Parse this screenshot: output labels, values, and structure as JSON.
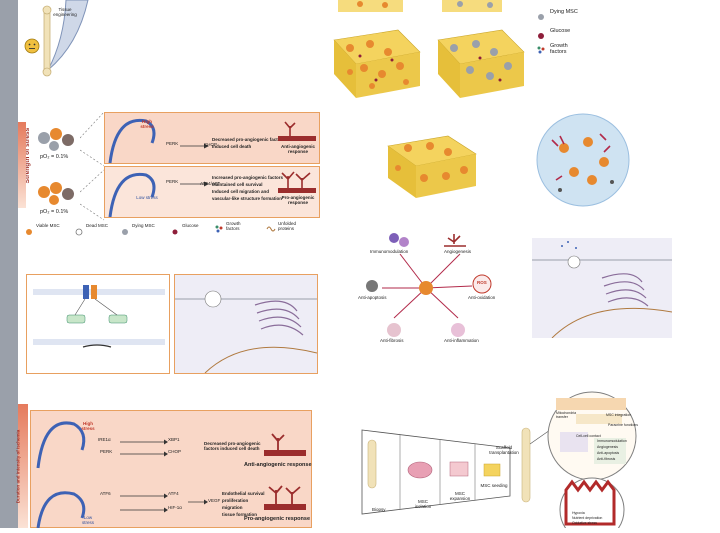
{
  "top_left": {
    "label": "Tissue engineering"
  },
  "top_right_legend": [
    {
      "label": "Dying MSC",
      "icon": "dying-msc-icon"
    },
    {
      "label": "Glucose",
      "icon": "glucose-icon"
    },
    {
      "label": "Growth factors",
      "icon": "growth-factor-icon"
    }
  ],
  "stress_panel": {
    "side_label": "Strength of stress",
    "po2_top": "pO₂ = 0.1%",
    "po2_bottom": "pO₂ = 0.1%",
    "high_stress": "High stress",
    "low_stress": "Low stress",
    "perk_top": "PERK",
    "perk_bottom": "PERK",
    "chop": "CHOP",
    "atf4": "ATF4/ATF",
    "top_effect_1": "Decreased pro-angiogenic factors",
    "top_effect_2": "Induced cell death",
    "anti_title": "Anti-angiogenic response",
    "bottom_effect_1": "Increased pro-angiogenic factors",
    "bottom_effect_2": "Maintained cell survival",
    "bottom_effect_3": "Induced cell migration and",
    "bottom_effect_4": "vascular-like structure formation",
    "pro_title": "Pro-angiogenic response",
    "legend": [
      {
        "label": "Viable MSC",
        "icon": "viable-msc-icon"
      },
      {
        "label": "Dead MSC",
        "icon": "dead-msc-icon"
      },
      {
        "label": "Dying MSC",
        "icon": "dying-msc-icon"
      },
      {
        "label": "Glucose",
        "icon": "glucose-icon"
      },
      {
        "label": "Growth factors",
        "icon": "growth-factor-icon"
      },
      {
        "label": "Unfolded proteins",
        "icon": "unfolded-protein-icon"
      }
    ]
  },
  "middle_right": {
    "roles": [
      "Immunomodulation",
      "Angiogenesis",
      "ROS",
      "Anti-apoptosis",
      "Anti-oxidation",
      "Anti-fibrosis",
      "Anti-inflammation"
    ]
  },
  "bottom_left": {
    "side_label": "Duration and intensity of ischemia",
    "high_stress": "High stress",
    "low_stress": "Low stress",
    "ire1": "IRE1α",
    "perk": "PERK",
    "atf6": "ATF6",
    "xbp1": "XBP1",
    "chop": "CHOP",
    "atf4": "ATF4",
    "hif1": "HIF-1α",
    "vegf": "VEGF",
    "top_effect": "Decreased pro-angiogenic factors induced cell death",
    "anti_title": "Anti-angiogenic response",
    "bottom_effect_1": "Endothelial survival",
    "bottom_effect_2": "proliferation",
    "bottom_effect_3": "migration",
    "bottom_effect_4": "tissue formation",
    "pro_title": "Pro-angiogenic response"
  },
  "bottom_right": {
    "steps": [
      "Biopsy",
      "MSC isolation",
      "MSC expansion",
      "MSC seeding"
    ],
    "scaffold": "Scaffold transplantation",
    "zoom_labels": [
      "Mitochondria transfer",
      "MSC integration",
      "Paracrine functions",
      "Cell-cell contact",
      "Immunomodulation",
      "Angiogenesis",
      "Anti-apoptosis",
      "Anti-fibrosis"
    ],
    "hypoxia_list": [
      "Hypoxia",
      "Nutrient deprivation",
      "Oxidative stress"
    ]
  },
  "colors": {
    "sidebar": "#9aa0aa",
    "panel_border": "#e8a060",
    "salmon": "#f6c7b3",
    "cell_orange": "#e7892f",
    "scaffold_yellow": "#f4d35e",
    "vessel_red": "#9b2d2d",
    "er_blue": "#3d62b5"
  }
}
